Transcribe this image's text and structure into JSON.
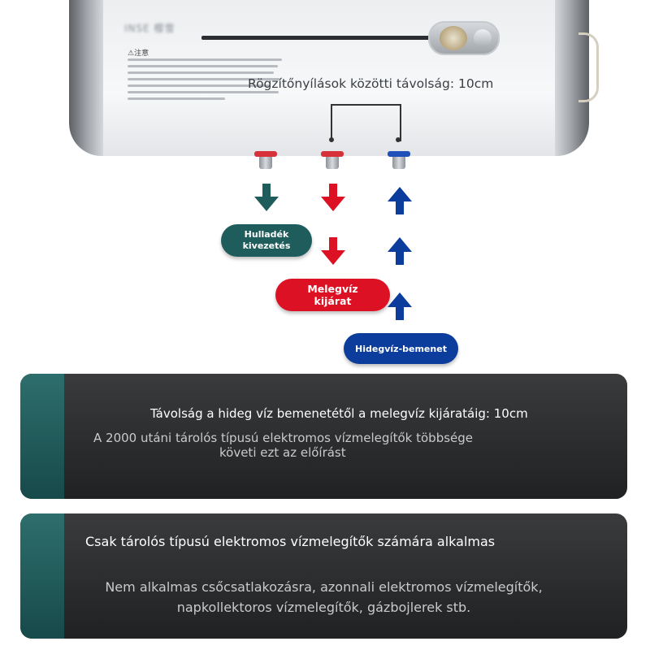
{
  "heater": {
    "brand": "INSE 樱雪",
    "notice_title": "⚠注意"
  },
  "measurement": {
    "label": "Rögzítőnyílások közötti távolság: 10cm"
  },
  "pipes": {
    "drain_color": "#d7313a",
    "hot_color": "#d7313a",
    "cold_color": "#1f4fb8"
  },
  "flows": {
    "drain": {
      "label": "Hulladék kivezetés",
      "color": "#1f5c5c",
      "direction": "down"
    },
    "hot": {
      "label": "Melegvíz kijárat",
      "color": "#dc1224",
      "direction": "down"
    },
    "cold": {
      "label": "Hidegvíz-bemenet",
      "color": "#0d3d9c",
      "direction": "up"
    }
  },
  "card1": {
    "title": "Távolság a hideg víz bemenetétől a melegvíz kijáratáig: 10cm",
    "line1": "A 2000 utáni tárolós típusú elektromos vízmelegítők többsége",
    "line2": "követi ezt az előírást"
  },
  "card2": {
    "title": "Csak tárolós típusú elektromos vízmelegítők számára alkalmas",
    "body": "Nem alkalmas csőcsatlakozásra, azonnali elektromos vízmelegítők, napkollektoros vízmelegítők, gázbojlerek stb."
  }
}
